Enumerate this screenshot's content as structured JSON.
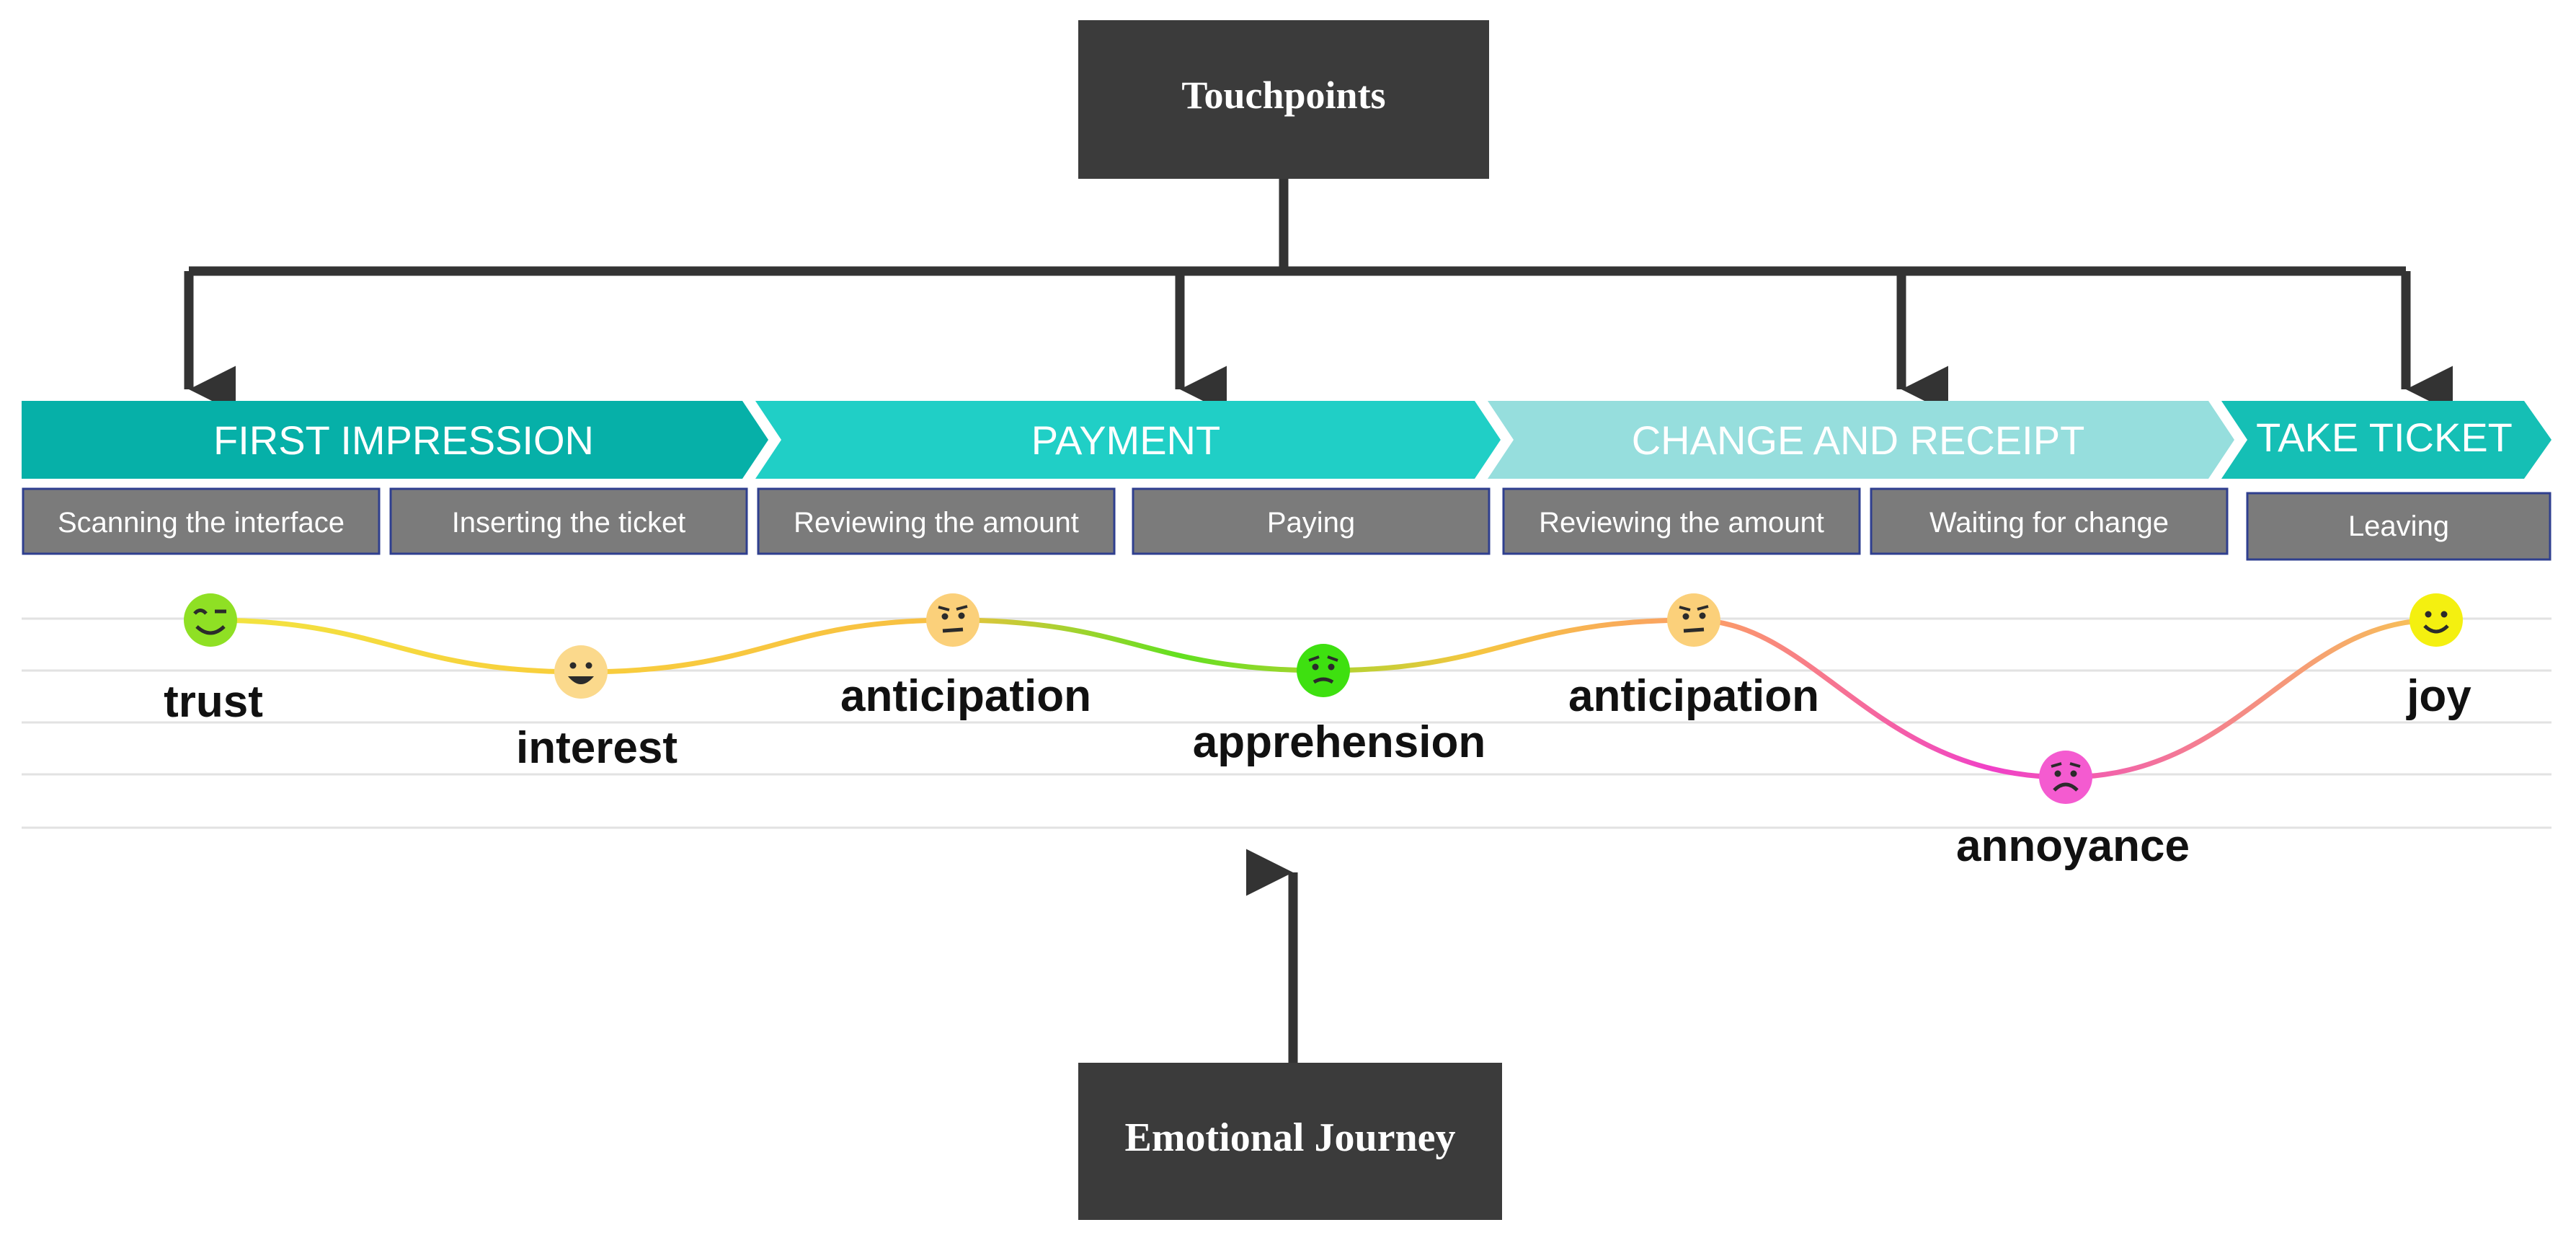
{
  "touchpoints": {
    "title": "Touchpoints"
  },
  "emotional_journey": {
    "title": "Emotional Journey"
  },
  "stages": [
    {
      "label": "FIRST IMPRESSION",
      "color": "#06b0a8"
    },
    {
      "label": "PAYMENT",
      "color": "#20cfc6"
    },
    {
      "label": "CHANGE AND RECEIPT",
      "color": "#96dedd"
    },
    {
      "label": "TAKE TICKET",
      "color": "#15bfb5"
    }
  ],
  "steps": [
    {
      "label": "Scanning the interface"
    },
    {
      "label": "Inserting the ticket"
    },
    {
      "label": "Reviewing the amount"
    },
    {
      "label": "Paying"
    },
    {
      "label": "Reviewing the amount"
    },
    {
      "label": "Waiting for change"
    },
    {
      "label": "Leaving"
    }
  ],
  "emotions": [
    {
      "label": "trust",
      "face": "wink-face-icon",
      "color": "#8fe024"
    },
    {
      "label": "interest",
      "face": "grin-face-icon",
      "color": "#fbd98c"
    },
    {
      "label": "anticipation",
      "face": "skeptical-face-icon",
      "color": "#fbd07a"
    },
    {
      "label": "apprehension",
      "face": "worried-face-icon",
      "color": "#3ee010"
    },
    {
      "label": "anticipation",
      "face": "skeptical-face-icon",
      "color": "#fbd07a"
    },
    {
      "label": "annoyance",
      "face": "sad-face-icon",
      "color": "#f45bd0"
    },
    {
      "label": "joy",
      "face": "smile-face-icon",
      "color": "#f4f010"
    }
  ],
  "colors": {
    "dark_box": "#3b3b3b",
    "connector": "#333333",
    "step_box": "#7b7b7b",
    "step_border": "#2f3f8f"
  }
}
